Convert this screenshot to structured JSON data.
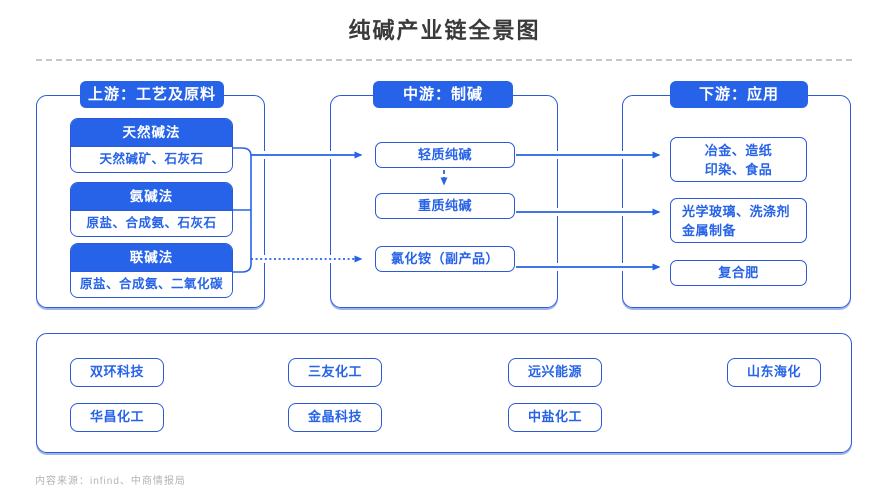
{
  "title": "纯碱产业链全景图",
  "colors": {
    "primary_blue": "#2663e8",
    "border_blue": "#2b59d8",
    "title_gray": "#3a3a3a",
    "separator_gray": "#c7c7c7",
    "footer_gray": "#b3b3b3"
  },
  "upstream": {
    "header": "上游：工艺及原料",
    "groups": [
      {
        "method": "天然碱法",
        "materials": "天然碱矿、石灰石"
      },
      {
        "method": "氨碱法",
        "materials": "原盐、合成氨、石灰石"
      },
      {
        "method": "联碱法",
        "materials": "原盐、合成氨、二氧化碳"
      }
    ]
  },
  "midstream": {
    "header": "中游：制碱",
    "products": [
      "轻质纯碱",
      "重质纯碱",
      "氯化铵（副产品）"
    ]
  },
  "downstream": {
    "header": "下游：应用",
    "applications": [
      {
        "line1": "冶金、造纸",
        "line2": "印染、食品"
      },
      {
        "line1": "光学玻璃、洗涤剂",
        "line2": "金属制备"
      },
      {
        "line1": "复合肥"
      }
    ]
  },
  "companies": {
    "row1": [
      "双环科技",
      "三友化工",
      "远兴能源",
      "山东海化"
    ],
    "row2": [
      "华昌化工",
      "金晶科技",
      "中盐化工"
    ]
  },
  "flows": [
    {
      "from": "上游工艺",
      "to": "轻质纯碱",
      "style": "solid-arrow"
    },
    {
      "from": "联碱法",
      "to": "氯化铵（副产品）",
      "style": "dotted-arrow"
    },
    {
      "from": "轻质纯碱",
      "to": "重质纯碱",
      "style": "dashed-arrow"
    },
    {
      "from": "轻质纯碱",
      "to": "冶金、造纸 印染、食品",
      "style": "solid-arrow"
    },
    {
      "from": "重质纯碱",
      "to": "光学玻璃、洗涤剂 金属制备",
      "style": "solid-arrow"
    },
    {
      "from": "氯化铵（副产品）",
      "to": "复合肥",
      "style": "solid-arrow"
    }
  ],
  "footer": {
    "source": "内容来源：infind、中商情报局"
  }
}
